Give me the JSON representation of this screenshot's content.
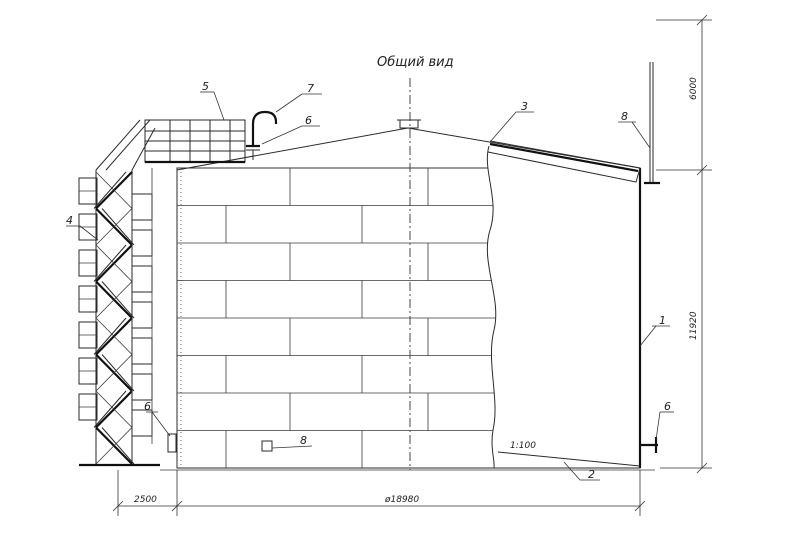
{
  "drawing": {
    "title": "Общий вид",
    "dimensions": {
      "mast_height": "6000",
      "tank_height": "11920",
      "ladder_offset": "2500",
      "tank_diameter": "ø18980",
      "slope": "1:100"
    },
    "callouts": {
      "c1": "1",
      "c2": "2",
      "c3": "3",
      "c4": "4",
      "c5": "5",
      "c6_top": "6",
      "c6_left": "6",
      "c6_right": "6",
      "c7": "7",
      "c8_top": "8",
      "c8_bottom": "8"
    }
  }
}
